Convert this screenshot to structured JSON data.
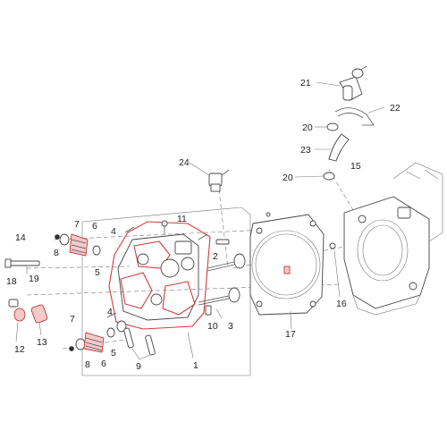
{
  "labels": {
    "l1": "1",
    "l2": "2",
    "l3": "3",
    "l4a": "4",
    "l4b": "4",
    "l5a": "5",
    "l5b": "5",
    "l6a": "6",
    "l6b": "6",
    "l7a": "7",
    "l7b": "7",
    "l8a": "8",
    "l8b": "8",
    "l9": "9",
    "l10": "10",
    "l11": "11",
    "l12": "12",
    "l13": "13",
    "l14": "14",
    "l15": "15",
    "l16": "16",
    "l17": "17",
    "l18": "18",
    "l19": "19",
    "l20a": "20",
    "l20b": "20",
    "l21": "21",
    "l22": "22",
    "l23": "23",
    "l24": "24"
  },
  "colors": {
    "highlight": "#d23b3b",
    "line": "#555555",
    "label": "#222222"
  }
}
